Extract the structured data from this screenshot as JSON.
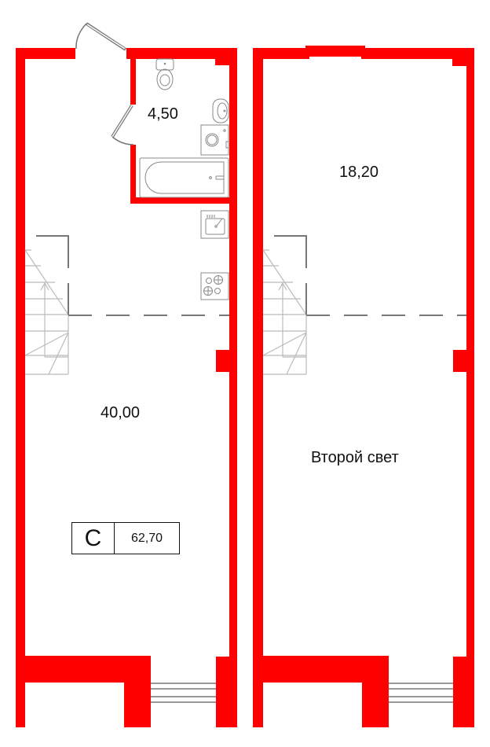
{
  "plan": {
    "type": "apartment-floor-plan",
    "wall_color": "#ff0000",
    "fixture_color": "#888888",
    "levels": [
      {
        "name": "level-1",
        "rooms": [
          {
            "id": "bathroom",
            "area": "4,50"
          },
          {
            "id": "living",
            "area": "40,00"
          }
        ]
      },
      {
        "name": "level-2",
        "rooms": [
          {
            "id": "mezzanine",
            "area": "18,20"
          },
          {
            "id": "double-height",
            "label": "Второй свет"
          }
        ]
      }
    ],
    "badge": {
      "class": "C",
      "total_area": "62,70"
    }
  }
}
